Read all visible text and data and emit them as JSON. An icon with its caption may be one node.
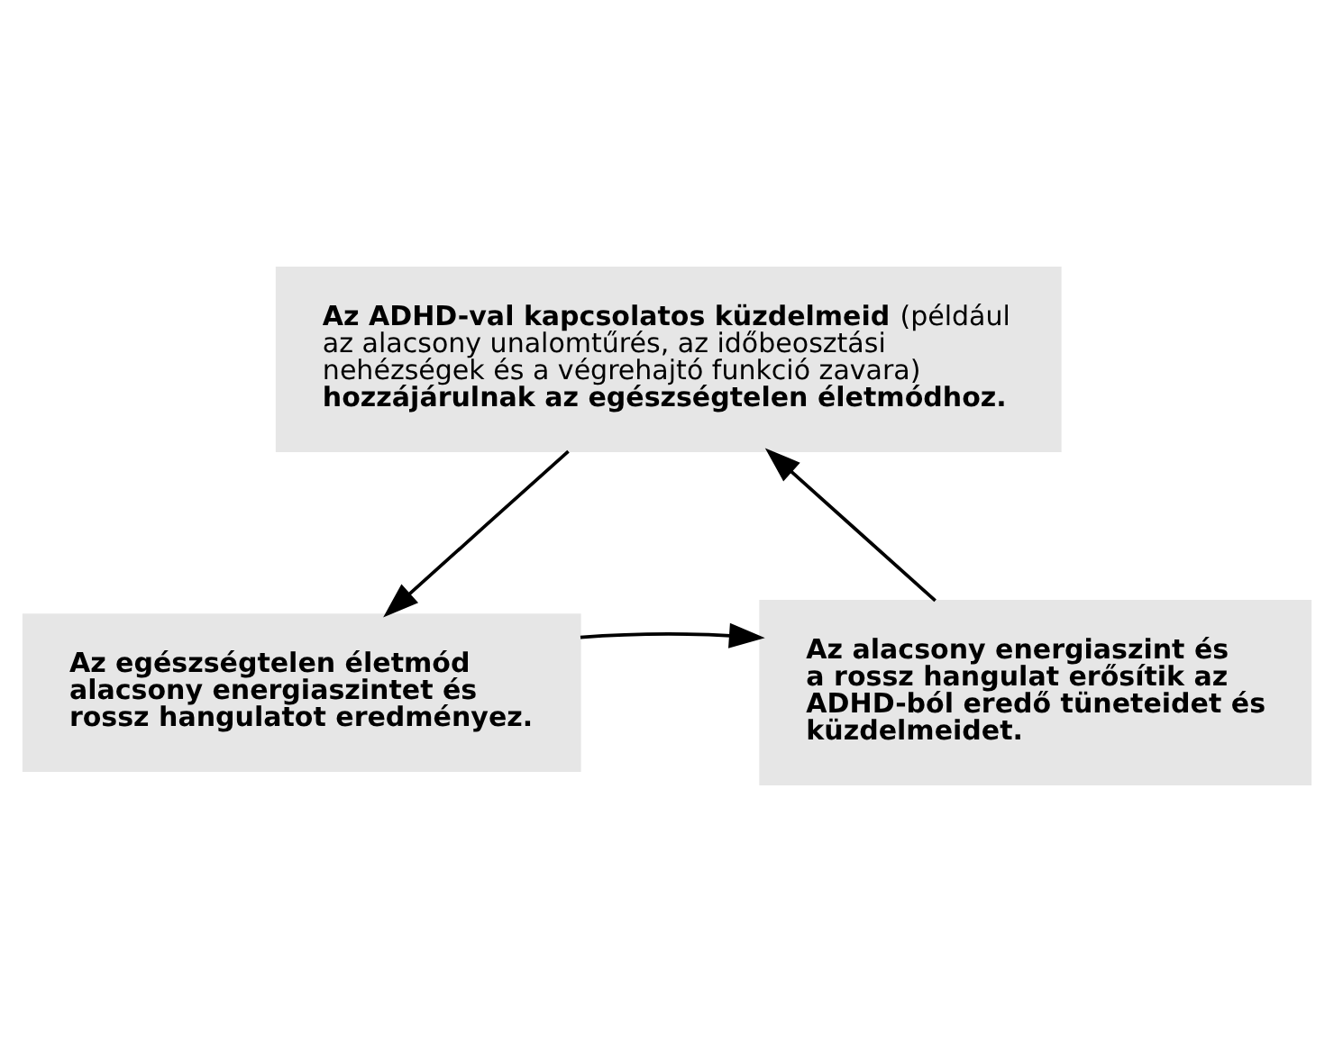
{
  "diagram": {
    "nodes": [
      {
        "text": [
          "**Az ADHD-val kapcsolatos küzdelmeid** (például az alacsony unalomtűrés, az időbeosztási nehézségek és a végrehajtó funkció zavara) **hozzájárulnak az egészségtelen életmódhoz.**"
        ]
      },
      {
        "text": [
          "**Az alacsony energiaszint és a rossz hangulat erősítik az ADHD-ból eredő tüneteidet és küzdelmeidet.**"
        ]
      },
      {
        "text": [
          "**Az egészségtelen életmód alacsony energiaszintet és rossz hangulatot eredményez.**"
        ]
      }
    ],
    "edges": [
      {
        "from": 0,
        "to": 2,
        "arrow": "to"
      },
      {
        "from": 2,
        "to": 1,
        "arrow": "to"
      },
      {
        "from": 1,
        "to": 0,
        "arrow": "to"
      }
    ]
  }
}
